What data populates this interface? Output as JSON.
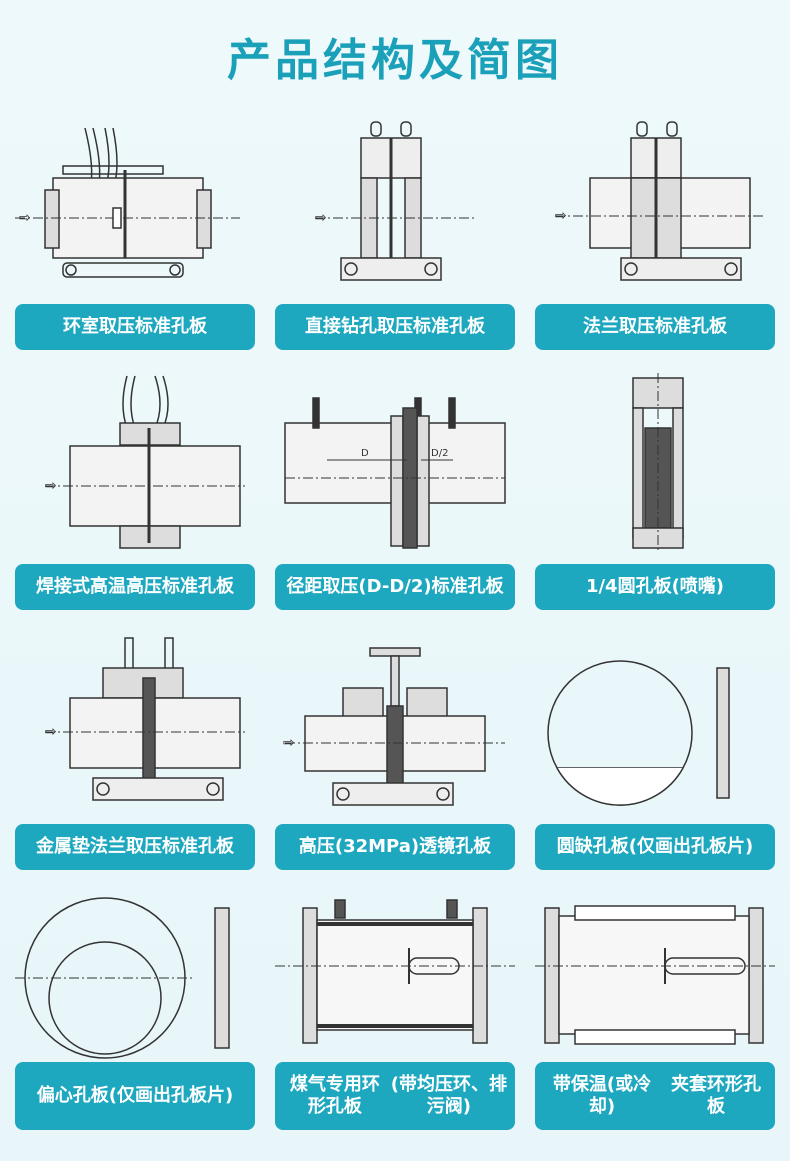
{
  "title": "产品结构及简图",
  "items": [
    {
      "label": "环室取压标准孔板"
    },
    {
      "label": "直接钻孔取压标准孔板"
    },
    {
      "label": "法兰取压标准孔板"
    },
    {
      "label": "焊接式高温高压标准孔板"
    },
    {
      "label": "径距取压(D-D/2)标准孔板",
      "dim_d": "D",
      "dim_d2": "D/2"
    },
    {
      "label": "1/4圆孔板(喷嘴)"
    },
    {
      "label": "金属垫法兰取压标准孔板"
    },
    {
      "label": "高压(32MPa)透镜孔板"
    },
    {
      "label": "圆缺孔板(仅画出孔板片)"
    },
    {
      "label": "偏心孔板(仅画出孔板片)"
    },
    {
      "label_line1": "煤气专用环形孔板",
      "label_line2": "(带均压环、排污阀)"
    },
    {
      "label_line1": "带保温(或冷却)",
      "label_line2": "夹套环形孔板"
    }
  ],
  "colors": {
    "accent": "#1ea8c0",
    "title": "#1ba0b9",
    "line": "#333333",
    "hatch": "#777777"
  }
}
